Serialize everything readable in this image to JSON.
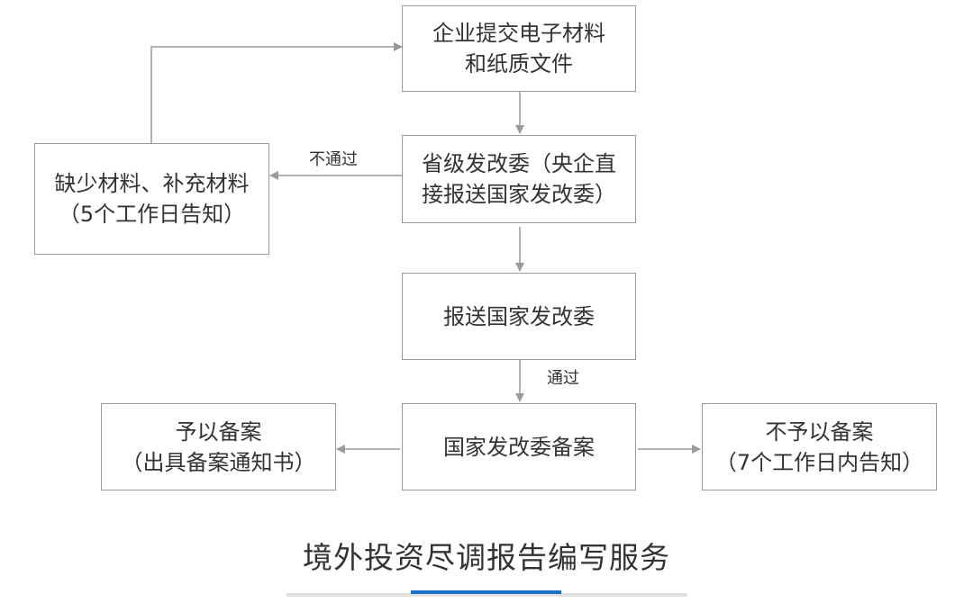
{
  "diagram": {
    "nodes": {
      "submit": {
        "lines": [
          "企业提交电子材料",
          "和纸质文件"
        ]
      },
      "provincial": {
        "lines": [
          "省级发改委（央企直",
          "接报送国家发改委）"
        ]
      },
      "supplement": {
        "lines": [
          "缺少材料、补充材料",
          "（5个工作日告知）"
        ]
      },
      "report_national": {
        "lines": [
          "报送国家发改委"
        ]
      },
      "national_record": {
        "lines": [
          "国家发改委备案"
        ]
      },
      "approved": {
        "lines": [
          "予以备案",
          "（出具备案通知书）"
        ]
      },
      "rejected": {
        "lines": [
          "不予以备案",
          "（7个工作日内告知）"
        ]
      }
    },
    "edges": [
      {
        "from": "submit",
        "to": "provincial",
        "label": ""
      },
      {
        "from": "provincial",
        "to": "supplement",
        "label": "不通过"
      },
      {
        "from": "supplement",
        "to": "submit",
        "label": ""
      },
      {
        "from": "provincial",
        "to": "report_national",
        "label": ""
      },
      {
        "from": "report_national",
        "to": "national_record",
        "label": "通过"
      },
      {
        "from": "national_record",
        "to": "approved",
        "label": ""
      },
      {
        "from": "national_record",
        "to": "rejected",
        "label": ""
      }
    ],
    "colors": {
      "box_border": "#9a9a9a",
      "arrow": "#9a9a9a",
      "text": "#333333"
    }
  },
  "footer": {
    "title": "境外投资尽调报告编写服务",
    "accent_color": "#1e6fc8",
    "rule_color": "#e0e0e0"
  }
}
